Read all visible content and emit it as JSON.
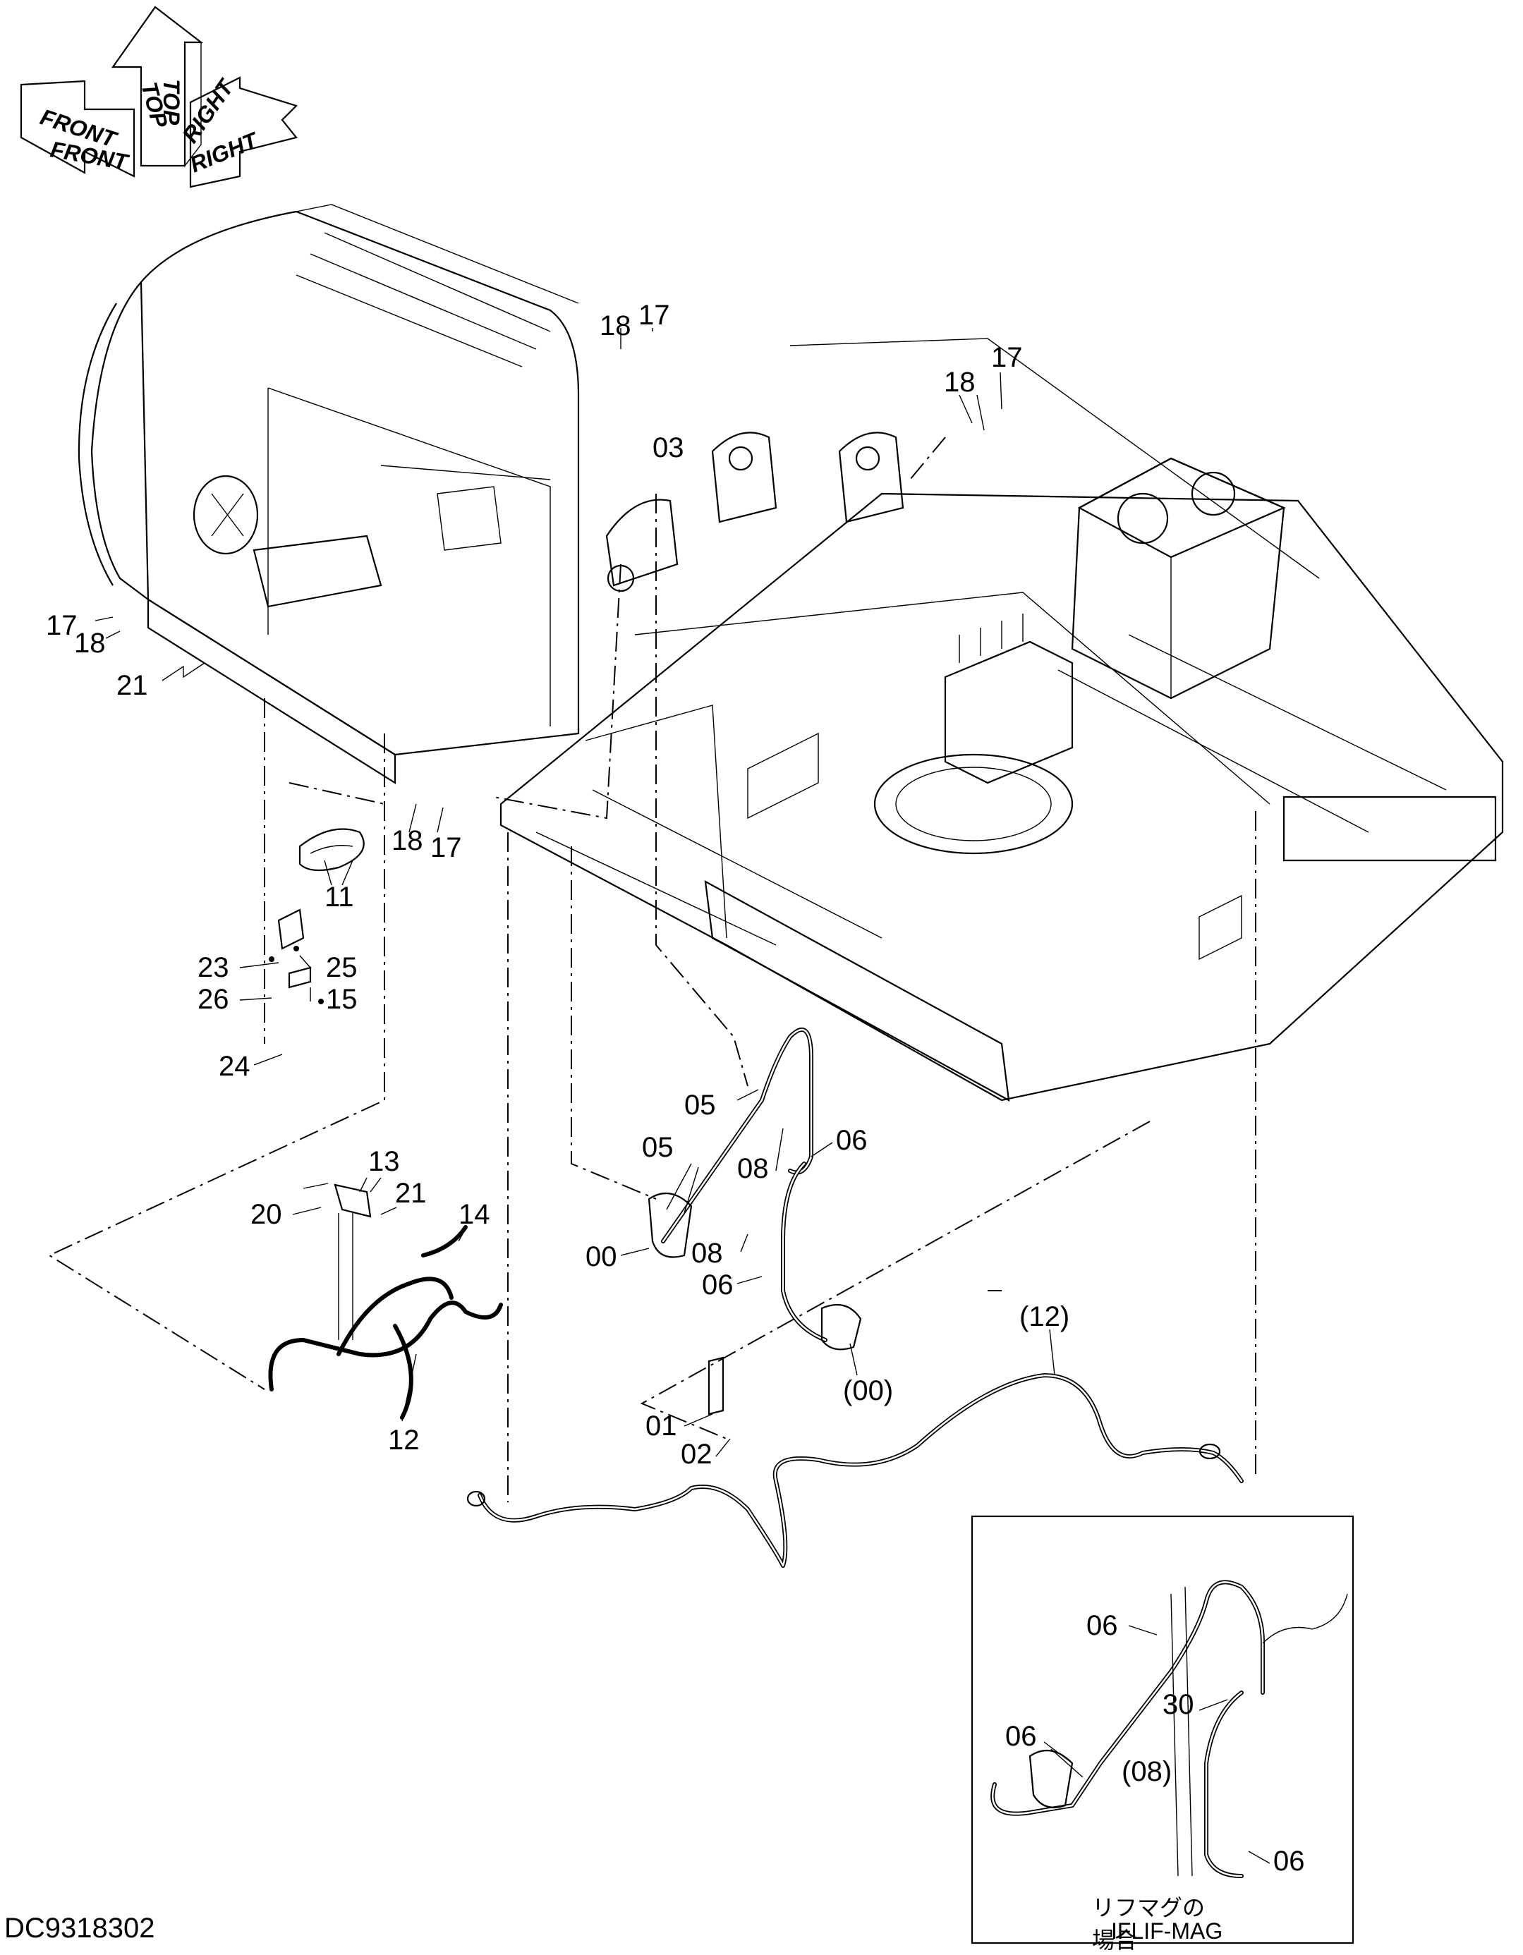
{
  "drawing": {
    "number": "DC9318302",
    "orientation_arrows": {
      "front_top": "FRONT",
      "front_bottom": "FRONT",
      "top_top": "TOP",
      "top_bottom": "TOP",
      "right_top": "RIGHT",
      "right_bottom": "RIGHT"
    },
    "callouts": [
      "17",
      "18",
      "17",
      "18",
      "17",
      "18",
      "03",
      "17",
      "18",
      "21",
      "11",
      "23",
      "25",
      "26",
      "15",
      "24",
      "13",
      "20",
      "21",
      "14",
      "12",
      "05",
      "05",
      "08",
      "06",
      "00",
      "08",
      "06",
      "(00)",
      "01",
      "02",
      "(12)"
    ],
    "inset": {
      "callouts": [
        "06",
        "30",
        "06",
        "(08)",
        "06"
      ],
      "caption_jp": "リフマグの場合",
      "caption_en": "IFLIF-MAG"
    }
  },
  "colors": {
    "ink": "#000000",
    "paper": "#ffffff"
  }
}
